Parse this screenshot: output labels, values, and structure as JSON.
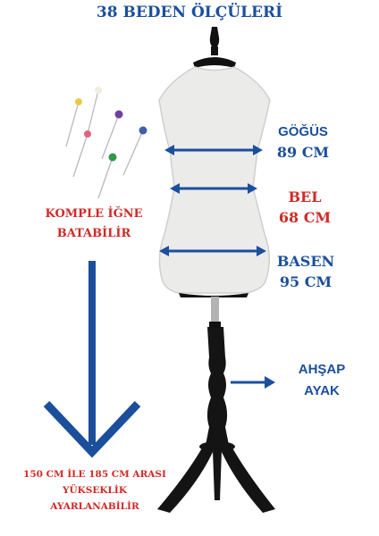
{
  "title": "38 BEDEN ÖLÇÜLERİ",
  "measurements": {
    "bust": {
      "name": "GÖĞÜS",
      "value": "89 CM"
    },
    "waist": {
      "name": "BEL",
      "value": "68 CM"
    },
    "hip": {
      "name": "BASEN",
      "value": "95 CM"
    }
  },
  "pins_note": {
    "line1": "KOMPLE İĞNE",
    "line2": "BATABİLİR"
  },
  "leg_note": {
    "line1": "AHŞAP",
    "line2": "AYAK"
  },
  "height_note": {
    "line1": "150 CM İLE 185 CM ARASI",
    "line2": "YÜKSEKLİK",
    "line3": "AYARLANABİLİR"
  },
  "colors": {
    "blue": "#1b4f9c",
    "red": "#d02a27",
    "body": "#ebebea",
    "wood": "#141414"
  }
}
